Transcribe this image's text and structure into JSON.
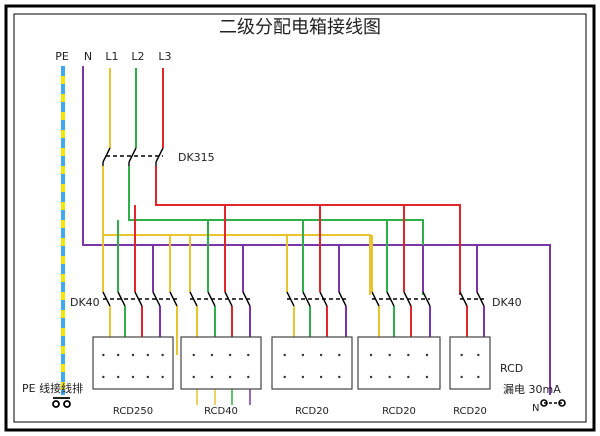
{
  "title": "二级分配电箱接线图",
  "phase_labels": {
    "pe": "PE",
    "n": "N",
    "l1": "L1",
    "l2": "L2",
    "l3": "L3"
  },
  "main_switch_label": "DK315",
  "branch_switch_left_label": "DK40",
  "branch_switch_right_label": "DK40",
  "pe_bar_label": "PE 线接线排",
  "rcd_label": "RCD",
  "leakage_label": "漏电 30mA",
  "n_bar_label": "N",
  "boxes": [
    "RCD250",
    "RCD40",
    "RCD20",
    "RCD20",
    "RCD20"
  ],
  "colors": {
    "pe": "#f2e600",
    "pe_dash": "#3fa9f5",
    "n": "#7b35a8",
    "l1": "#e8c430",
    "l2": "#2fae4a",
    "l3": "#e0262b",
    "frame": "#000000",
    "box": "#444444"
  }
}
